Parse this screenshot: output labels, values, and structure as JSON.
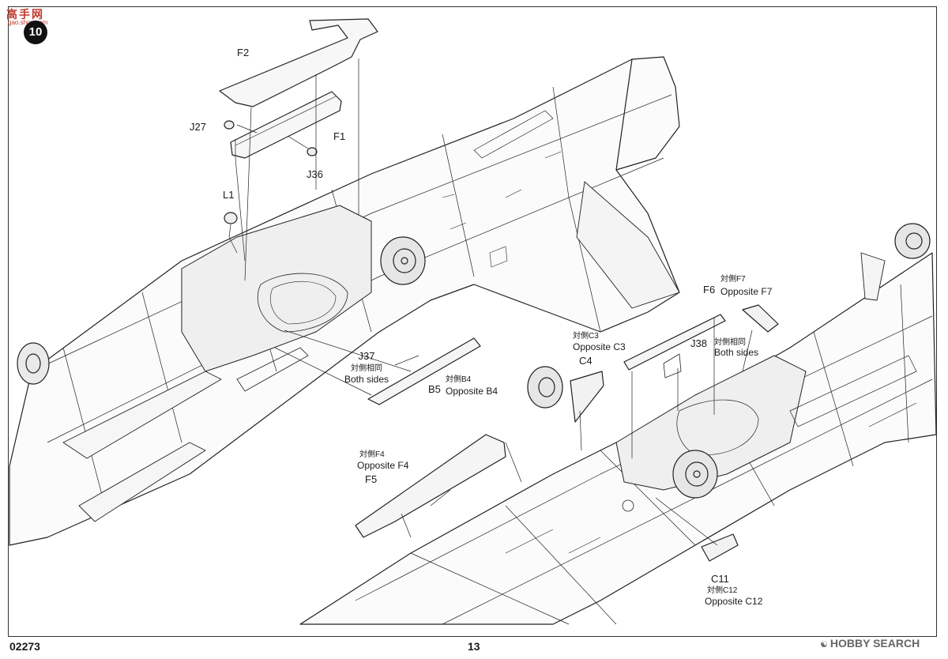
{
  "watermark": {
    "logo_text": "高手网",
    "sub_text": "gao.shou.com"
  },
  "step_number": "10",
  "footer": {
    "kit_number": "02273",
    "page_number": "13",
    "brand": "HOBBY SEARCH"
  },
  "parts": {
    "f2": "F2",
    "f1": "F1",
    "j27": "J27",
    "j36": "J36",
    "l1": "L1",
    "j37": "J37",
    "j37_cn": "対側相同",
    "j37_en": "Both sides",
    "b5": "B5",
    "b5_cn": "対側B4",
    "b5_en": "Opposite B4",
    "c3_cn": "対側C3",
    "c3_en": "Opposite C3",
    "c4": "C4",
    "f7_cn": "対側F7",
    "f6": "F6",
    "f7_en": "Opposite F7",
    "j38": "J38",
    "j38_cn": "対側相同",
    "j38_en": "Both sides",
    "f4_cn": "対側F4",
    "f4_en": "Opposite F4",
    "f5": "F5",
    "c11": "C11",
    "c12_cn": "対側C12",
    "c12_en": "Opposite C12"
  }
}
